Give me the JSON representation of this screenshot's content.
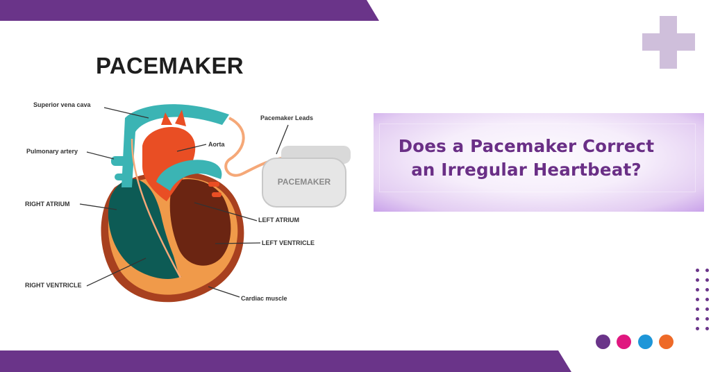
{
  "diagram": {
    "title": "PACEMAKER",
    "device_label": "PACEMAKER",
    "labels": {
      "superior_vena_cava": "Superior vena cava",
      "pulmonary_artery": "Pulmonary artery",
      "right_atrium": "RIGHT ATRIUM",
      "right_ventricle": "RIGHT VENTRICLE",
      "pacemaker_leads": "Pacemaker Leads",
      "aorta": "Aorta",
      "left_atrium": "LEFT ATRIUM",
      "left_ventricle": "LEFT VENTRICLE",
      "cardiac_muscle": "Cardiac muscle"
    }
  },
  "headline": {
    "line1": "Does a Pacemaker Correct",
    "line2": "an Irregular Heartbeat?"
  },
  "decor": {
    "plus_icon": "plus-icon",
    "color_dots": [
      "#6a3489",
      "#e0177f",
      "#1e96d8",
      "#ee6a28"
    ],
    "brand_purple": "#6a3489",
    "plus_color": "#cfbfdb"
  }
}
